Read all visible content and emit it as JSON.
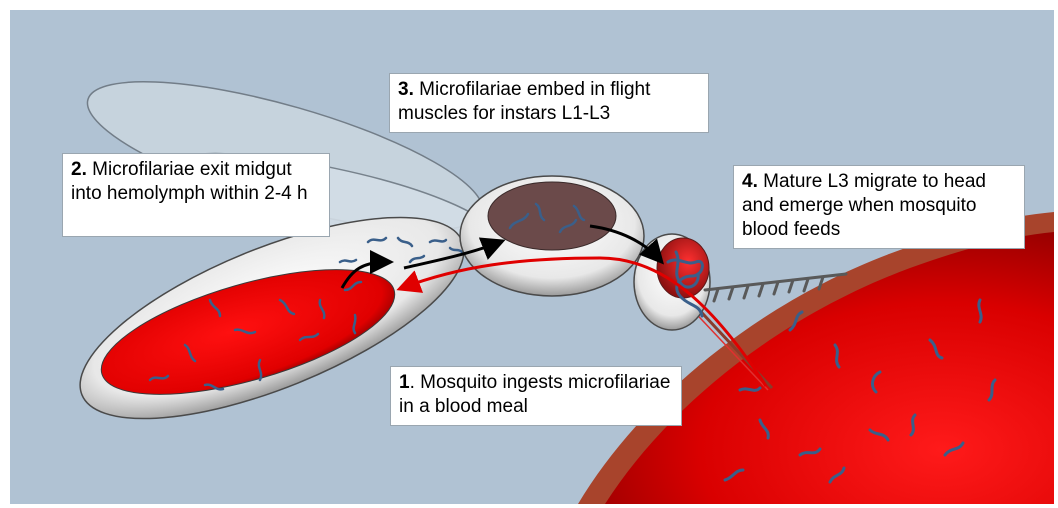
{
  "steps": [
    {
      "number": "1",
      "suffix": ".",
      "text": "Mosquito ingests microfilariae in a blood meal"
    },
    {
      "number": "2.",
      "text": "Microfilariae exit midgut into hemolymph within 2-4 h"
    },
    {
      "number": "3.",
      "text": "Microfilariae embed in flight muscles for instars L1-L3"
    },
    {
      "number": "4.",
      "text": "Mature L3 migrate to head and emerge when mosquito blood feeds"
    }
  ],
  "colors": {
    "background": "#b0c2d3",
    "blood": "#e50000",
    "skin": "#a8442c",
    "worm": "#3a5f8a",
    "transit_arrow": "#000000",
    "blood_arrow": "#e00000",
    "body_shell": "#d9d9d9",
    "thorax_inner": "#6b4a4a",
    "antenna": "#595959"
  },
  "icons": [
    "mosquito-body-illustration",
    "microfilaria-worm",
    "human-skin-blood"
  ]
}
